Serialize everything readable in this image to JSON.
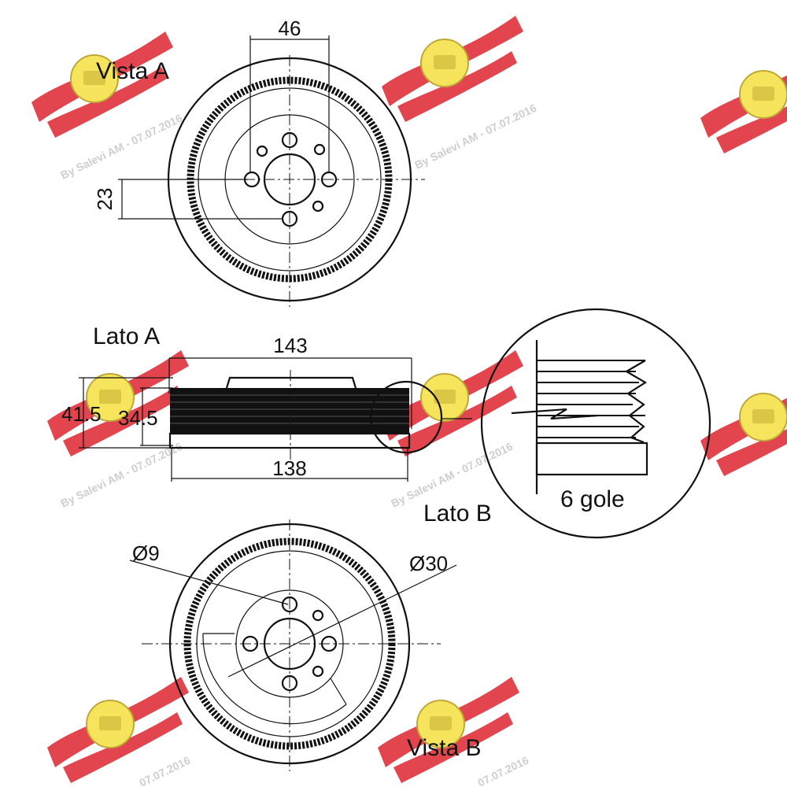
{
  "labels": {
    "vista_a": "Vista A",
    "lato_a": "Lato A",
    "lato_b": "Lato B",
    "vista_b": "Vista B",
    "groove_count": "6 gole"
  },
  "dimensions": {
    "d46": "46",
    "d23": "23",
    "d143": "143",
    "d41_5": "41.5",
    "d34_5": "34.5",
    "d138": "138",
    "dia9": "Ø9",
    "dia30": "Ø30"
  },
  "watermark": {
    "text": "By Salevi AM - 07.07.2016",
    "date": "07.07.2016"
  },
  "colors": {
    "line": "#111111",
    "watermark_red": "#e0303a",
    "watermark_yellow": "#f4e14a",
    "watermark_text": "#c9c9c9"
  }
}
